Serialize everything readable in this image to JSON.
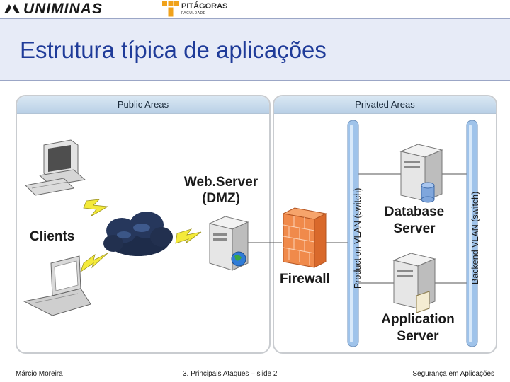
{
  "header": {
    "logo_uniminas": "UNIMINAS",
    "logo_pitagoras_name": "PITÁGORAS",
    "logo_pitagoras_sub": "FACULDADE"
  },
  "slide": {
    "title": "Estrutura típica de aplicações"
  },
  "diagram": {
    "public_area_label": "Public Areas",
    "private_area_label": "Privated Areas",
    "clients_label": "Clients",
    "webserver_label_line1": "Web.Server",
    "webserver_label_line2": "(DMZ)",
    "firewall_label": "Firewall",
    "production_vlan_label": "Production VLAN (switch)",
    "backend_vlan_label": "Backend VLAN (switch)",
    "database_label_line1": "Database",
    "database_label_line2": "Server",
    "application_label_line1": "Application",
    "application_label_line2": "Server"
  },
  "footer": {
    "author": "Márcio Moreira",
    "slide_ref": "3. Principais Ataques – slide 2",
    "course": "Segurança em Aplicações"
  }
}
